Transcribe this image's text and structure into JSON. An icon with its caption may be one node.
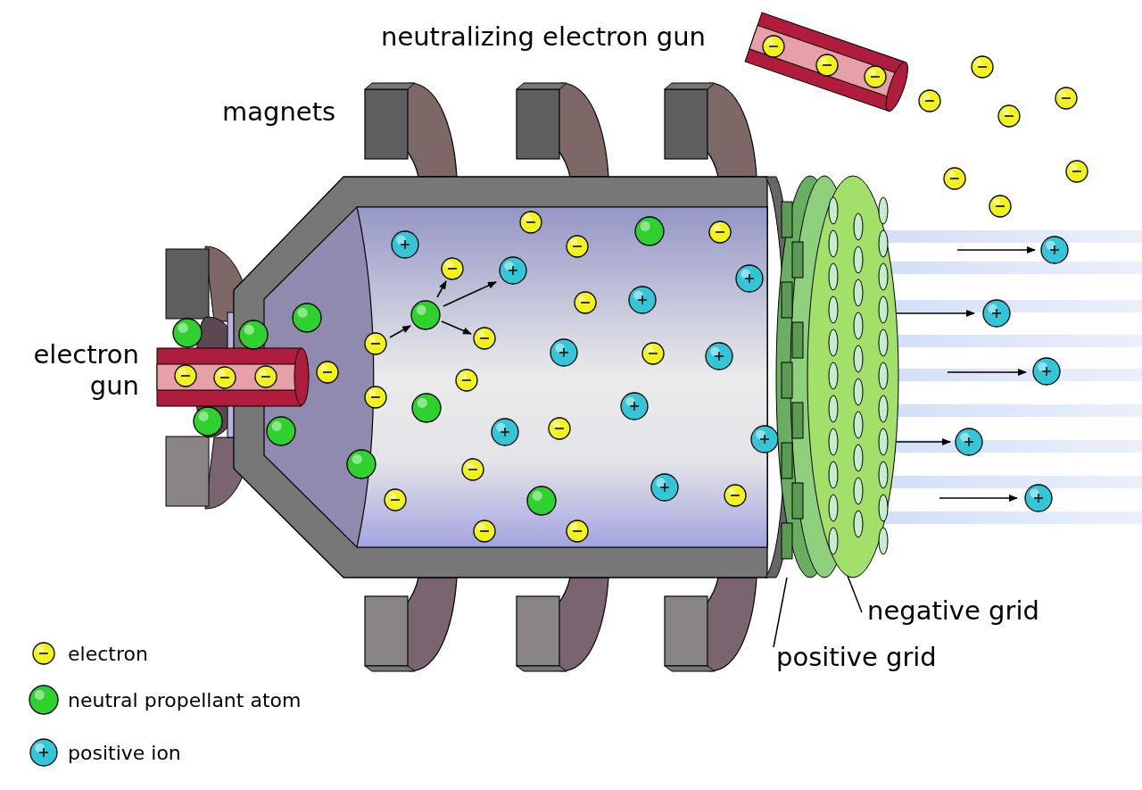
{
  "diagram": {
    "nodes": [
      {
        "text": [
          "positive grid"
        ]
      },
      {
        "text": [
          "negative grid"
        ]
      },
      {
        "text": [],
        "shape": "picture"
      },
      {
        "text": [],
        "shape": "picture"
      }
    ],
    "edges": [
      {
        "from": 0,
        "to": 2,
        "arrow": "none"
      },
      {
        "from": 1,
        "to": 3,
        "arrow": "none"
      }
    ],
    "labels": [
      "neutralizing electron gun",
      "magnets",
      "electron gun"
    ],
    "legend": [
      {
        "text": "electron",
        "color": "#f2f21c"
      },
      {
        "text": "neutral propellant atom",
        "color": "#2fd12f"
      },
      {
        "text": "positive ion",
        "color": "#34c6d6"
      }
    ]
  }
}
